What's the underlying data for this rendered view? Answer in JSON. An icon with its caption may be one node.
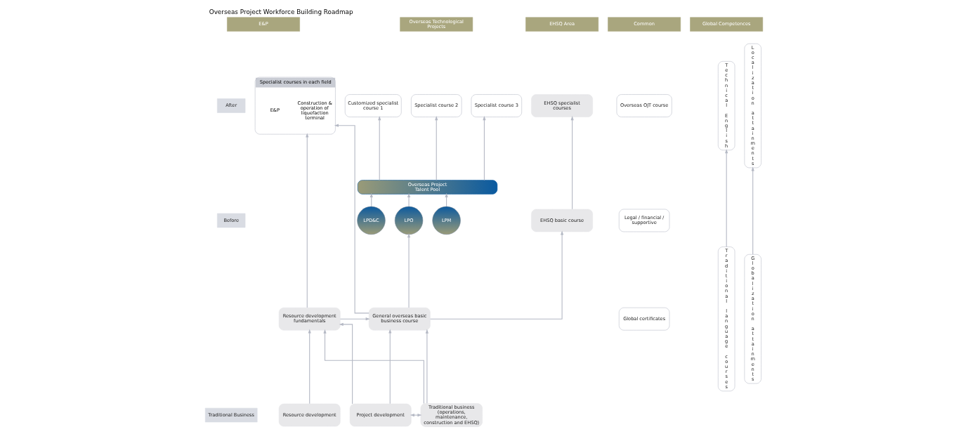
{
  "diagram": {
    "title": "Overseas Project Workforce Building Roadmap",
    "nodes": [
      {
        "text": [
          "E&P"
        ]
      },
      {
        "text": [
          "Overseas Technological Projects"
        ]
      },
      {
        "text": [
          "EHSQ Area"
        ]
      },
      {
        "text": [
          "Common"
        ]
      },
      {
        "text": [
          "Global Competences"
        ]
      },
      {
        "text": [
          "After"
        ]
      },
      {
        "text": [
          "Before"
        ]
      },
      {
        "text": [
          "Traditional Business"
        ]
      },
      {
        "text": [
          "Specialist courses in each field",
          "E&P",
          "Construction & operation of liquefaction terminal"
        ]
      },
      {
        "text": [
          "Customized specialist course 1"
        ]
      },
      {
        "text": [
          "Specialist course 2"
        ]
      },
      {
        "text": [
          "Specialist course 3"
        ]
      },
      {
        "text": [
          "Overseas Project Talent Pool"
        ]
      },
      {
        "text": [
          "LPD&C"
        ]
      },
      {
        "text": [
          "LPO"
        ]
      },
      {
        "text": [
          "LPM"
        ]
      },
      {
        "text": [
          "EHSQ specialist courses"
        ]
      },
      {
        "text": [
          "EHSQ basic course"
        ]
      },
      {
        "text": [
          "Overseas OJT course"
        ]
      },
      {
        "text": [
          "Legal / financial / supportive"
        ]
      },
      {
        "text": [
          "Global certificates"
        ]
      },
      {
        "text": [
          "Technical English"
        ]
      },
      {
        "text": [
          "Localization attainments"
        ]
      },
      {
        "text": [
          "Traditional language courses"
        ]
      },
      {
        "text": [
          "Globalization attainments"
        ]
      },
      {
        "text": [
          "Resource development fundamentals"
        ]
      },
      {
        "text": [
          "General overseas basic business course"
        ]
      },
      {
        "text": [
          "Resource development"
        ]
      },
      {
        "text": [
          "Project development"
        ]
      },
      {
        "text": [
          "Traditional business (operations, maintenance, construction and EHSQ)"
        ]
      }
    ],
    "edges": [
      {
        "from": 12,
        "to": 9,
        "arrow": "to"
      },
      {
        "from": 12,
        "to": 10,
        "arrow": "to"
      },
      {
        "from": 12,
        "to": 11,
        "arrow": "to"
      },
      {
        "from": 13,
        "to": 12,
        "arrow": "to"
      },
      {
        "from": 14,
        "to": 12,
        "arrow": "to"
      },
      {
        "from": 15,
        "to": 12,
        "arrow": "to"
      },
      {
        "from": 17,
        "to": 16,
        "arrow": "to"
      },
      {
        "from": 23,
        "to": 21,
        "arrow": "to"
      },
      {
        "from": 24,
        "to": 22,
        "arrow": "to"
      },
      {
        "from": 25,
        "to": 8,
        "arrow": "to"
      },
      {
        "from": 26,
        "to": 8,
        "arrow": "to"
      },
      {
        "from": 26,
        "to": 14,
        "arrow": "to"
      },
      {
        "from": 26,
        "to": 17,
        "arrow": "to"
      },
      {
        "from": 25,
        "to": 26,
        "arrow": "to"
      },
      {
        "from": 27,
        "to": 25,
        "arrow": "to"
      },
      {
        "from": 28,
        "to": 25,
        "arrow": "to"
      },
      {
        "from": 28,
        "to": 26,
        "arrow": "to"
      },
      {
        "from": 29,
        "to": 25,
        "arrow": "to"
      },
      {
        "from": 29,
        "to": 26,
        "arrow": "to"
      },
      {
        "from": 28,
        "to": 29,
        "arrow": "both"
      }
    ]
  }
}
